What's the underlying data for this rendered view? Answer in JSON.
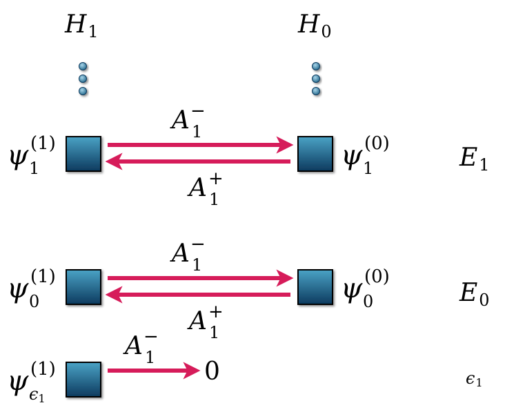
{
  "columns": {
    "left": {
      "symbol": "H",
      "sub": "1"
    },
    "right": {
      "symbol": "H",
      "sub": "0"
    }
  },
  "states": {
    "psi11": {
      "symbol": "ψ",
      "sub": "1",
      "sup": "(1)"
    },
    "psi10": {
      "symbol": "ψ",
      "sub": "1",
      "sup": "(0)"
    },
    "psi01": {
      "symbol": "ψ",
      "sub": "0",
      "sup": "(1)"
    },
    "psi00": {
      "symbol": "ψ",
      "sub": "0",
      "sup": "(0)"
    },
    "psie1": {
      "symbol": "ψ",
      "sub": "ϵ",
      "subsub": "1",
      "sup": "(1)"
    }
  },
  "arrows": {
    "a_minus": {
      "symbol": "A",
      "sub": "1",
      "sup": "−"
    },
    "a_plus": {
      "symbol": "A",
      "sub": "1",
      "sup": "+"
    }
  },
  "levels": {
    "e1": {
      "symbol": "E",
      "sub": "1"
    },
    "e0": {
      "symbol": "E",
      "sub": "0"
    },
    "eps1": {
      "symbol": "ϵ",
      "sub": "1"
    }
  },
  "zero_label": "0",
  "colors": {
    "box_top": "#4aa3c6",
    "box_bottom": "#0d3a5e",
    "arrow": "#d61c5a",
    "dots": "#2b6f92"
  }
}
